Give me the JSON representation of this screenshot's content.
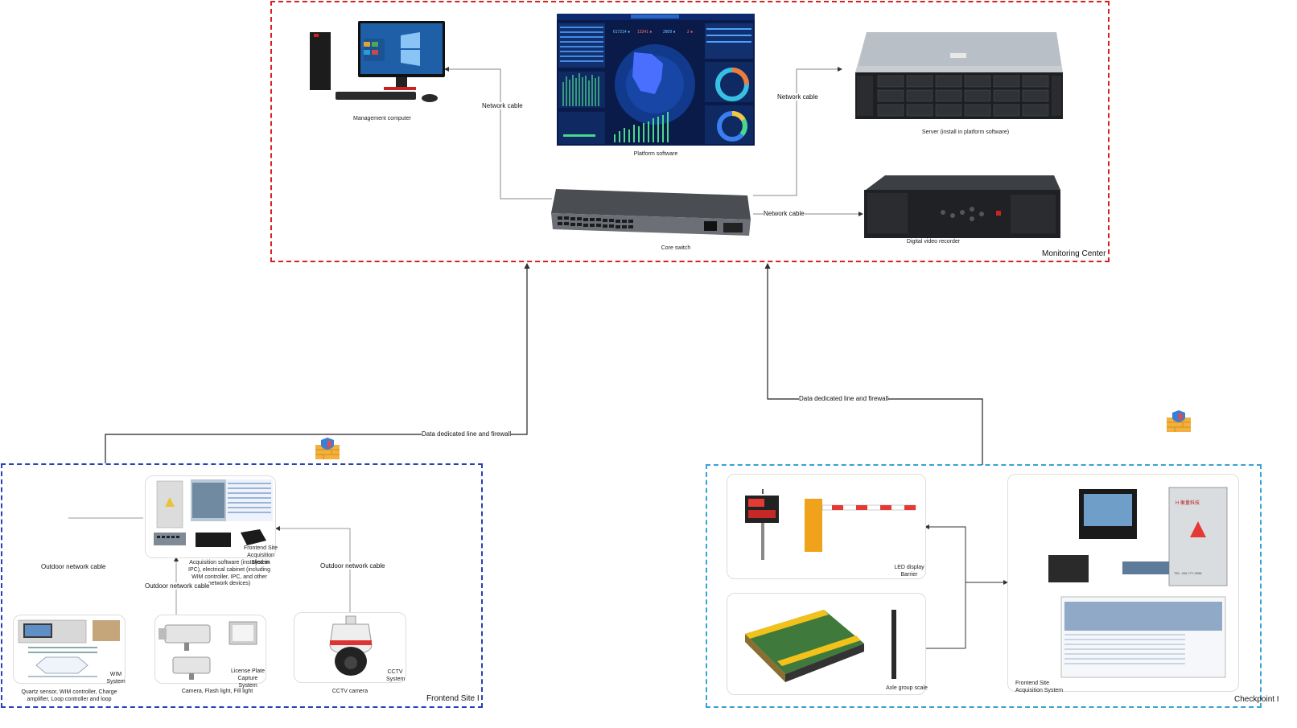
{
  "regions": {
    "monitoring": {
      "title": "Monitoring Center",
      "color": "#d32222"
    },
    "frontend": {
      "title": "Frontend Site I",
      "color": "#2a3fb8"
    },
    "checkpoint": {
      "title": "Checkpoint I",
      "color": "#3aa3d6"
    }
  },
  "monitoring": {
    "management_computer": "Management computer",
    "platform_software": "Platform software",
    "server": "Server (install in platform software)",
    "dvr": "Digital video recorder",
    "core_switch": "Core switch",
    "edge_pc": "Network cable",
    "edge_server": "Network cable",
    "edge_dvr": "Network cable"
  },
  "links": {
    "frontend_uplink": "Data dedicated line and firewall",
    "checkpoint_uplink": "Data dedicated line and firewall"
  },
  "frontend": {
    "acquisition_label": "Acquisition software (installed in IPC), electrical cabinet (including WIM controller, IPC, and other network devices)",
    "frontend_acq_system": "Frontend Site Acquisition System",
    "edge_left": "Outdoor network cable",
    "edge_center": "Outdoor network cable",
    "edge_right": "Outdoor network cable",
    "wim_system": "WIM System",
    "wim_caption": "Quartz sensor, WIM controller, Charge amplifier, Loop controller and loop",
    "lpr_system": "License Plate Capture System",
    "camera_caption": "Camera, Flash light, Fill light",
    "cctv_system": "CCTV System",
    "cctv_caption": "CCTV camera"
  },
  "checkpoint": {
    "led_barrier": "LED display Barrier",
    "axle_scale": "Axle group scale",
    "frontend_acq": "Frontend Site Acquisition System"
  },
  "dashboard": {
    "kpis": [
      "617214 ●",
      "13341 ●",
      "2809 ●",
      "2 ●"
    ]
  },
  "cabinet": {
    "brand": "H 衡量科技",
    "tel": "TEL: 400-777-0058"
  }
}
